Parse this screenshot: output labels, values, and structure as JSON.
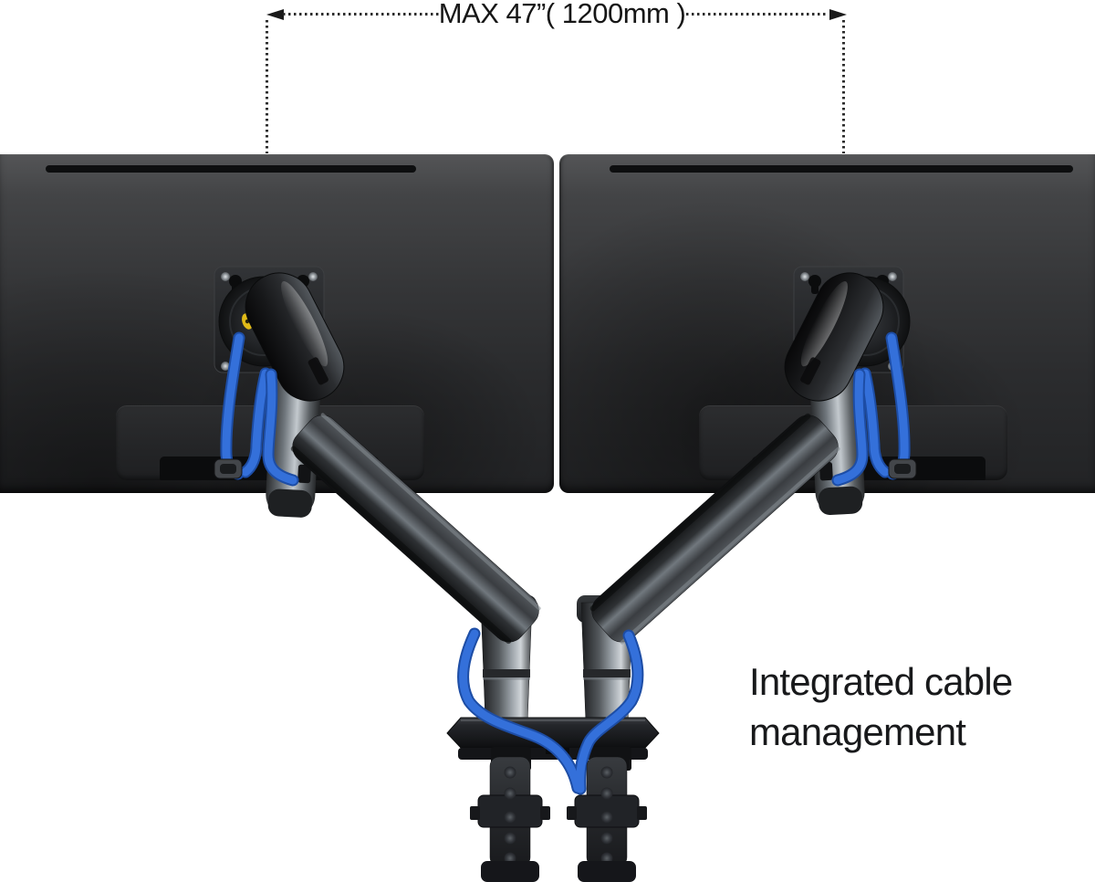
{
  "annotation": {
    "dimension_label": "MAX 47”( 1200mm )"
  },
  "caption": {
    "line1": "Integrated cable",
    "line2": "management"
  },
  "colors": {
    "background": "#ffffff",
    "annotation_ink": "#1a1a1a",
    "monitor_body_dark": "#28292b",
    "cable_blue": "#3470da",
    "cable_blue_shadow": "#1d4da5",
    "metal_silver": "#c3c9ce",
    "metal_gunmetal": "#3a3d41",
    "clamp_black": "#202225",
    "yellow_indicator": "#e0ba18"
  }
}
